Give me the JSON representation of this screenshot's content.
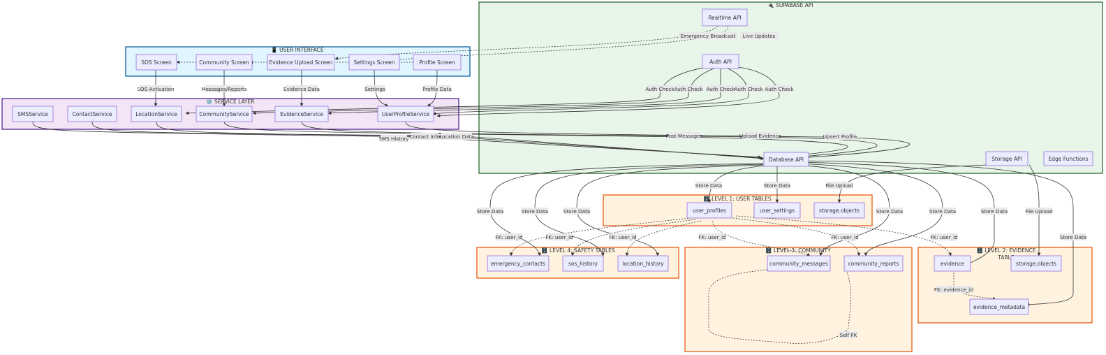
{
  "groups": {
    "supabase": {
      "title": "🔌 SUPABASE API"
    },
    "ui": {
      "title": "📱 USER INTERFACE"
    },
    "services": {
      "title": "⚙️ SERVICE LAYER"
    },
    "level1": {
      "title": "🗄️ LEVEL 1: USER TABLES"
    },
    "level2": {
      "title_line1": "🗄️ LEVEL 2: EVIDENCE",
      "title_line2": "TABLE"
    },
    "level3": {
      "title": "🗄️ LEVEL 3: COMMUNITY"
    },
    "level4": {
      "title": "🗄️ LEVEL 4: SAFETY TABLES"
    }
  },
  "nodes": {
    "realtime_api": "Realtime API",
    "auth_api": "Auth API",
    "database_api": "Database API",
    "storage_api": "Storage API",
    "edge_functions": "Edge Functions",
    "sos_screen": "SOS Screen",
    "community_screen": "Community Screen",
    "evidence_upload_screen": "Evidence Upload Screen",
    "settings_screen": "Settings Screen",
    "profile_screen": "Profile Screen",
    "sms_service": "SMSService",
    "contact_service": "ContactService",
    "location_service": "LocationService",
    "community_service": "CommunityService",
    "evidence_service": "EvidenceService",
    "user_profile_service": "UserProfileService",
    "user_profiles": "user_profiles",
    "user_settings": "user_settings",
    "storage_objects_1": "storage.objects",
    "emergency_contacts": "emergency_contacts",
    "sos_history": "sos_history",
    "location_history": "location_history",
    "community_messages": "community_messages",
    "community_reports": "community_reports",
    "evidence": "evidence",
    "storage_objects_2": "storage.objects",
    "evidence_metadata": "evidence_metadata"
  },
  "edge_labels": {
    "emergency_broadcast": "Emergency Broadcast",
    "live_updates": "Live Updates",
    "auth_check": "Auth Check",
    "sos_activation": "SOS Activation",
    "messages_reports": "Messages/Reports",
    "evidence_data": "Evidence Data",
    "settings": "Settings",
    "profile_data": "Profile Data",
    "sms_history": "SMS History",
    "contact_info": "Contact Info",
    "location_data": "Location Data",
    "post_messages": "Post Messages",
    "upload_evidence": "Upload Evidence",
    "upsert_profile": "Upsert Profile",
    "store_data": "Store Data",
    "file_upload": "File Upload",
    "fk_user_id": "FK: user_id",
    "fk_evidence_id": "FK: evidence_id",
    "self_fk": "Self FK"
  },
  "colors": {
    "supabase_fill": "#e8f5e9",
    "supabase_stroke": "#1b5e20",
    "ui_fill": "#e1f5fe",
    "ui_stroke": "#01579b",
    "service_fill": "#f3e5f5",
    "service_stroke": "#4a148c",
    "table_fill": "#fff3e0",
    "table_stroke": "#e65100",
    "node_fill": "#ececff",
    "node_stroke": "#9370db",
    "edge": "#333333",
    "label_bg": "#e8e8e8"
  }
}
